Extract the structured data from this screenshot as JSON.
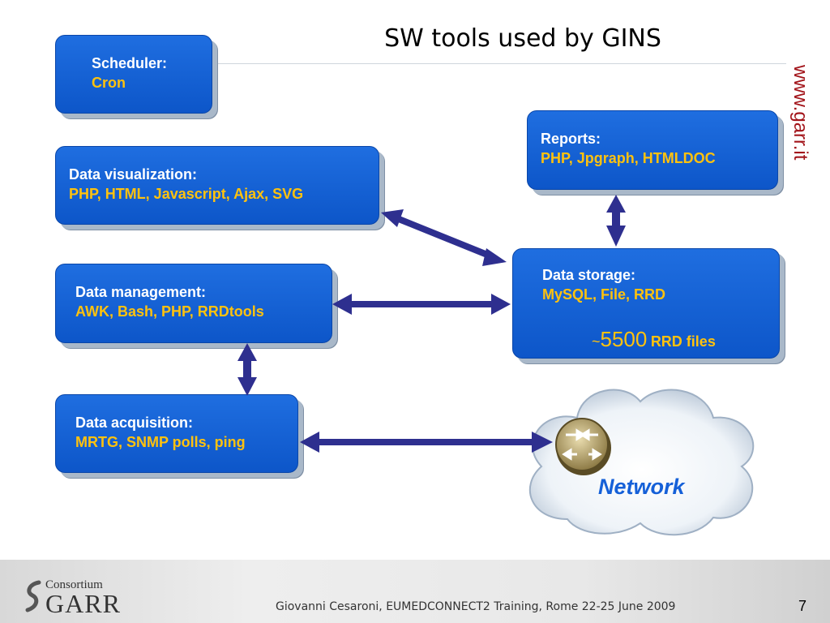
{
  "slide": {
    "title": "SW tools used by GINS",
    "url": "www.garr.it",
    "page_number": "7",
    "footer": "Giovanni Cesaroni, EUMEDCONNECT2 Training, Rome 22-25 June 2009",
    "logo_small": "Consortium",
    "logo_big": "GARR"
  },
  "boxes": {
    "scheduler": {
      "label": "Scheduler:",
      "value": "Cron"
    },
    "reports": {
      "label": "Reports:",
      "value": "PHP, Jpgraph, HTMLDOC"
    },
    "visualization": {
      "label": "Data visualization:",
      "value": "PHP, HTML, Javascript, Ajax, SVG"
    },
    "storage": {
      "label": "Data storage:",
      "value": "MySQL, File, RRD",
      "count_prefix": "~",
      "count": "5500",
      "count_unit": "RRD files"
    },
    "management": {
      "label": "Data management:",
      "value": "AWK, Bash, PHP, RRDtools"
    },
    "acquisition": {
      "label": "Data acquisition:",
      "value": "MRTG, SNMP polls, ping"
    }
  },
  "network": {
    "label": "Network"
  },
  "colors": {
    "box_blue": "#1565d8",
    "accent_yellow": "#ffc20e",
    "arrow": "#2e2f8f",
    "url_red": "#a3161c"
  }
}
